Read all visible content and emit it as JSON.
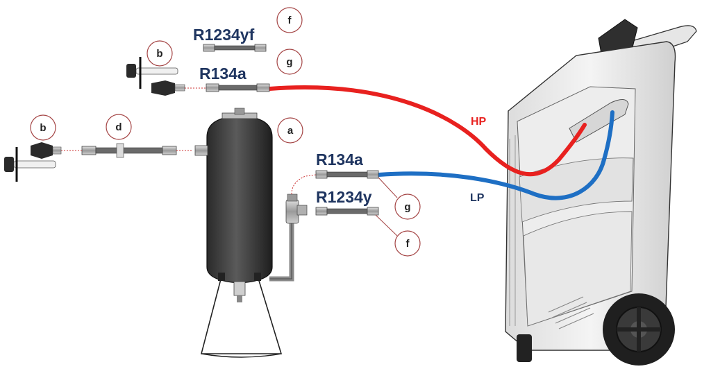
{
  "callouts": {
    "f_top": "f",
    "g_top": "g",
    "b_top": "b",
    "b_left": "b",
    "d": "d",
    "a": "a",
    "g_right": "g",
    "f_right": "f"
  },
  "hoses": {
    "top_r1234yf": "R1234yf",
    "top_r134a": "R134a",
    "mid_r134a": "R134a",
    "mid_r1234y": "R1234y"
  },
  "lines": {
    "hp": "HP",
    "lp": "LP"
  },
  "colors": {
    "hp": "#e8211f",
    "lp": "#1e6fc4",
    "label_dark": "#1f3560",
    "callout_stroke": "#a44444",
    "tank": "#3a3a3a",
    "machine_body": "#f2f2f2"
  }
}
